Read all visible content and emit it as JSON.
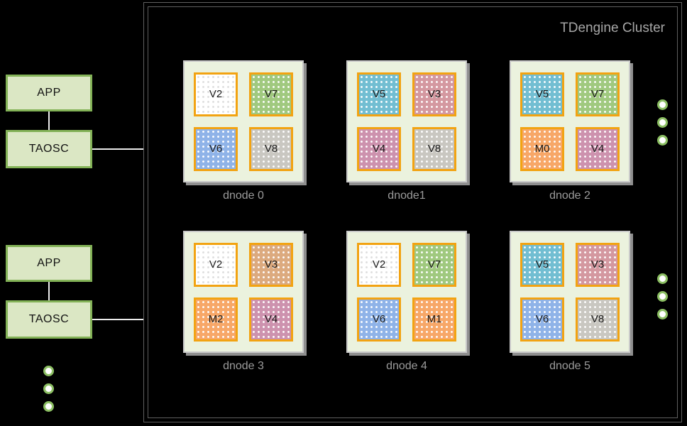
{
  "title": "TDengine Cluster",
  "colors": {
    "background": "#000000",
    "cluster_border": "#000000",
    "cluster_halo": "#5f5f5f",
    "box_fill": "#dbe7c4",
    "box_border": "#83b257",
    "box_text": "#111111",
    "dnode_fill": "#ebf2de",
    "dnode_border": "#c9c9c9",
    "dnode_shadow": "#8f8f8f",
    "vnode_border": "#f2a312",
    "vnode_text": "#1a1a1a",
    "caption_text": "#9b9b9b",
    "title_text": "#a6a6a6",
    "line": "#ececec",
    "dot_border": "#8cbf63",
    "dot_fill": "#ffffff"
  },
  "palette": {
    "white": {
      "base": "#ffffff",
      "dot": "#dedede"
    },
    "green": {
      "base": "#a0c97f",
      "dot": "#ffffff"
    },
    "blue": {
      "base": "#8fb3e8",
      "dot": "#ffffff"
    },
    "gray": {
      "base": "#c9c7c1",
      "dot": "#ffffff"
    },
    "teal": {
      "base": "#72bed2",
      "dot": "#ffffff"
    },
    "rose": {
      "base": "#d498a0",
      "dot": "#ffffff"
    },
    "pink": {
      "base": "#cd92ae",
      "dot": "#ffffff"
    },
    "tan": {
      "base": "#dcaa7f",
      "dot": "#ffffff"
    },
    "orange": {
      "base": "#f7a768",
      "dot": "#ffffff"
    }
  },
  "left_stacks": [
    {
      "app": "APP",
      "taosc": "TAOSC"
    },
    {
      "app": "APP",
      "taosc": "TAOSC"
    }
  ],
  "dnodes": [
    {
      "label": "dnode 0",
      "vnodes": [
        {
          "label": "V2",
          "type": "white"
        },
        {
          "label": "V7",
          "type": "green"
        },
        {
          "label": "V6",
          "type": "blue"
        },
        {
          "label": "V8",
          "type": "gray"
        }
      ]
    },
    {
      "label": "dnode1",
      "vnodes": [
        {
          "label": "V5",
          "type": "teal"
        },
        {
          "label": "V3",
          "type": "rose"
        },
        {
          "label": "V4",
          "type": "pink"
        },
        {
          "label": "V8",
          "type": "gray"
        }
      ]
    },
    {
      "label": "dnode 2",
      "vnodes": [
        {
          "label": "V5",
          "type": "teal"
        },
        {
          "label": "V7",
          "type": "green"
        },
        {
          "label": "M0",
          "type": "orange"
        },
        {
          "label": "V4",
          "type": "pink"
        }
      ]
    },
    {
      "label": "dnode 3",
      "vnodes": [
        {
          "label": "V2",
          "type": "white"
        },
        {
          "label": "V3",
          "type": "tan"
        },
        {
          "label": "M2",
          "type": "orange"
        },
        {
          "label": "V4",
          "type": "pink"
        }
      ]
    },
    {
      "label": "dnode 4",
      "vnodes": [
        {
          "label": "V2",
          "type": "white"
        },
        {
          "label": "V7",
          "type": "green"
        },
        {
          "label": "V6",
          "type": "blue"
        },
        {
          "label": "M1",
          "type": "orange"
        }
      ]
    },
    {
      "label": "dnode 5",
      "vnodes": [
        {
          "label": "V5",
          "type": "teal"
        },
        {
          "label": "V3",
          "type": "rose"
        },
        {
          "label": "V6",
          "type": "blue"
        },
        {
          "label": "V8",
          "type": "gray"
        }
      ]
    }
  ],
  "icons": {
    "more_dnodes_indicator": "vertical-ellipsis-dots",
    "more_apps_indicator": "vertical-ellipsis-dots"
  }
}
